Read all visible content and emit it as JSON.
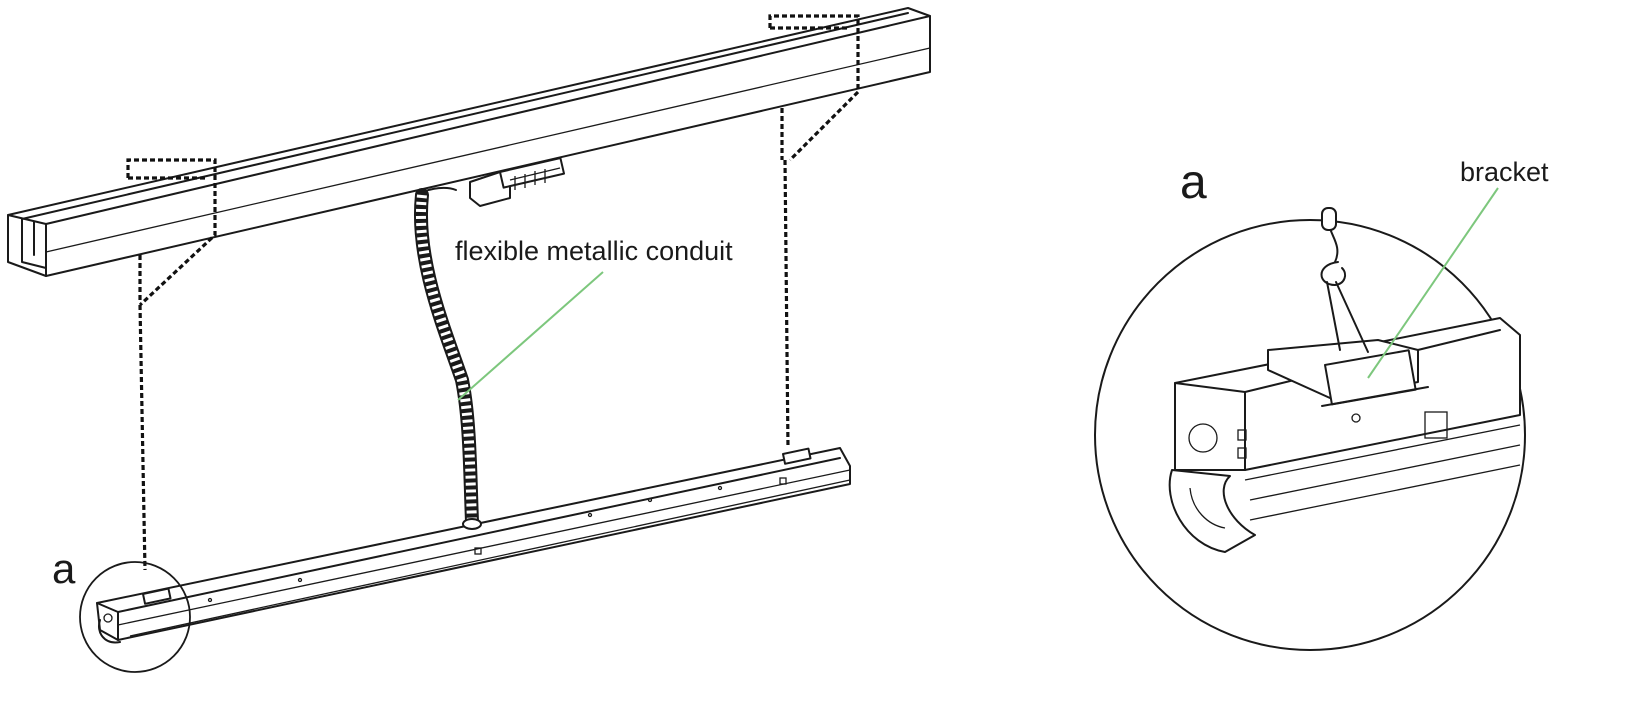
{
  "labels": {
    "conduit": "flexible metallic conduit",
    "bracket": "bracket",
    "detail_left": "a",
    "detail_right": "a"
  },
  "colors": {
    "line": "#1a1a1a",
    "leader": "#7dc77d",
    "background": "#ffffff"
  }
}
